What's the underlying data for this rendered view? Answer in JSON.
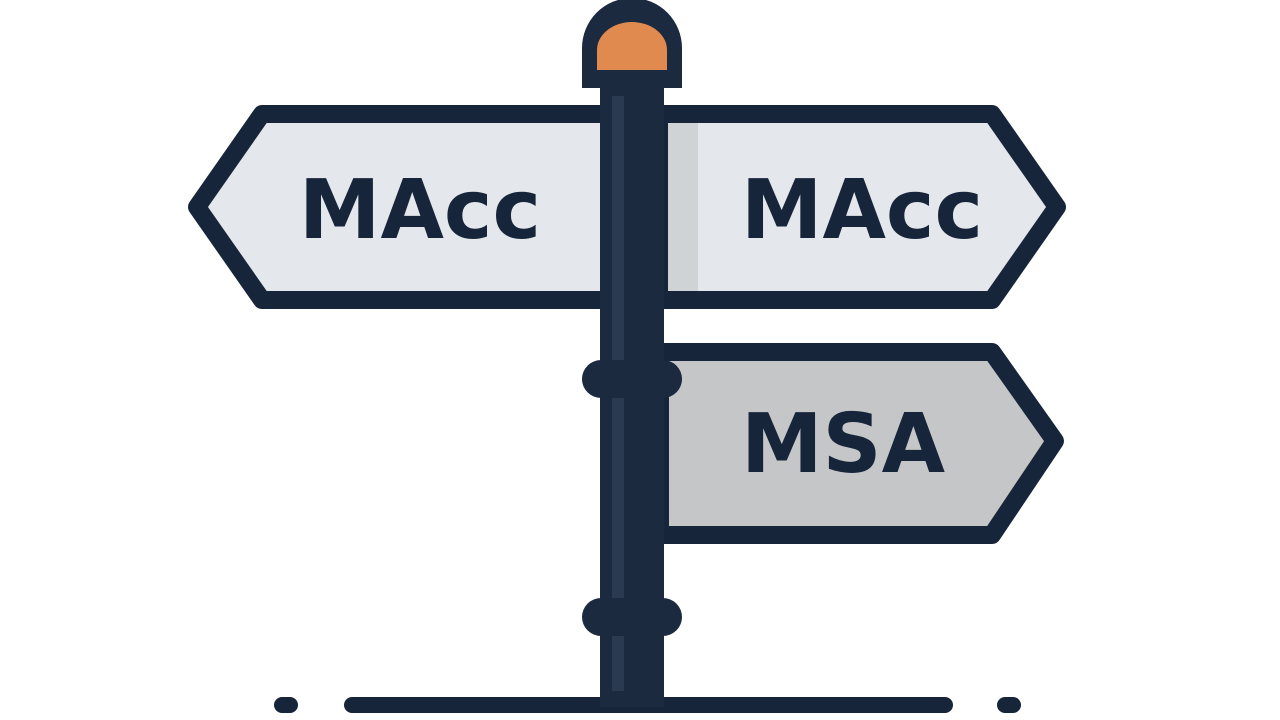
{
  "signpost": {
    "signs": [
      {
        "label": "MAcc",
        "direction": "left"
      },
      {
        "label": "MAcc",
        "direction": "right"
      },
      {
        "label": "MSA",
        "direction": "right"
      }
    ]
  },
  "colors": {
    "outline": "#17253a",
    "sign_light": "#e4e8ec",
    "sign_shade": "#cfd3d6",
    "sign_gray": "#c4c6c7",
    "finial": "#e08a50",
    "text": "#17253a"
  }
}
